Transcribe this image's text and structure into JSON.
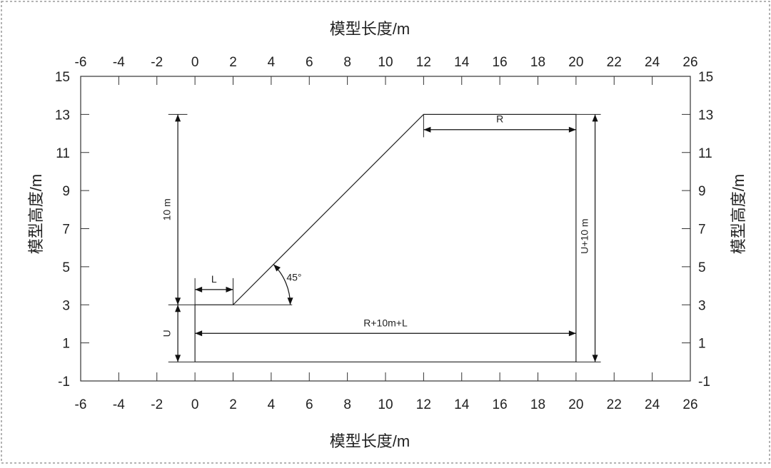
{
  "axes": {
    "x_title": "模型长度/m",
    "y_title": "模型高度/m",
    "x_ticks": [
      -6,
      -4,
      -2,
      0,
      2,
      4,
      6,
      8,
      10,
      12,
      14,
      16,
      18,
      20,
      22,
      24,
      26
    ],
    "y_ticks": [
      -1,
      1,
      3,
      5,
      7,
      9,
      11,
      13,
      15
    ],
    "xlim": [
      -6,
      26
    ],
    "ylim": [
      -1,
      15
    ]
  },
  "geometry": {
    "outline": [
      [
        0,
        0
      ],
      [
        20,
        0
      ],
      [
        20,
        13
      ],
      [
        12,
        13
      ],
      [
        2,
        3
      ],
      [
        0,
        3
      ],
      [
        0,
        0
      ]
    ],
    "slope_angle_deg": 45
  },
  "dimensions": {
    "height_10m": "10 m",
    "u": "U",
    "l": "L",
    "angle": "45°",
    "r": "R",
    "u_plus_10": "U+10 m",
    "bottom_total": "R+10m+L"
  }
}
